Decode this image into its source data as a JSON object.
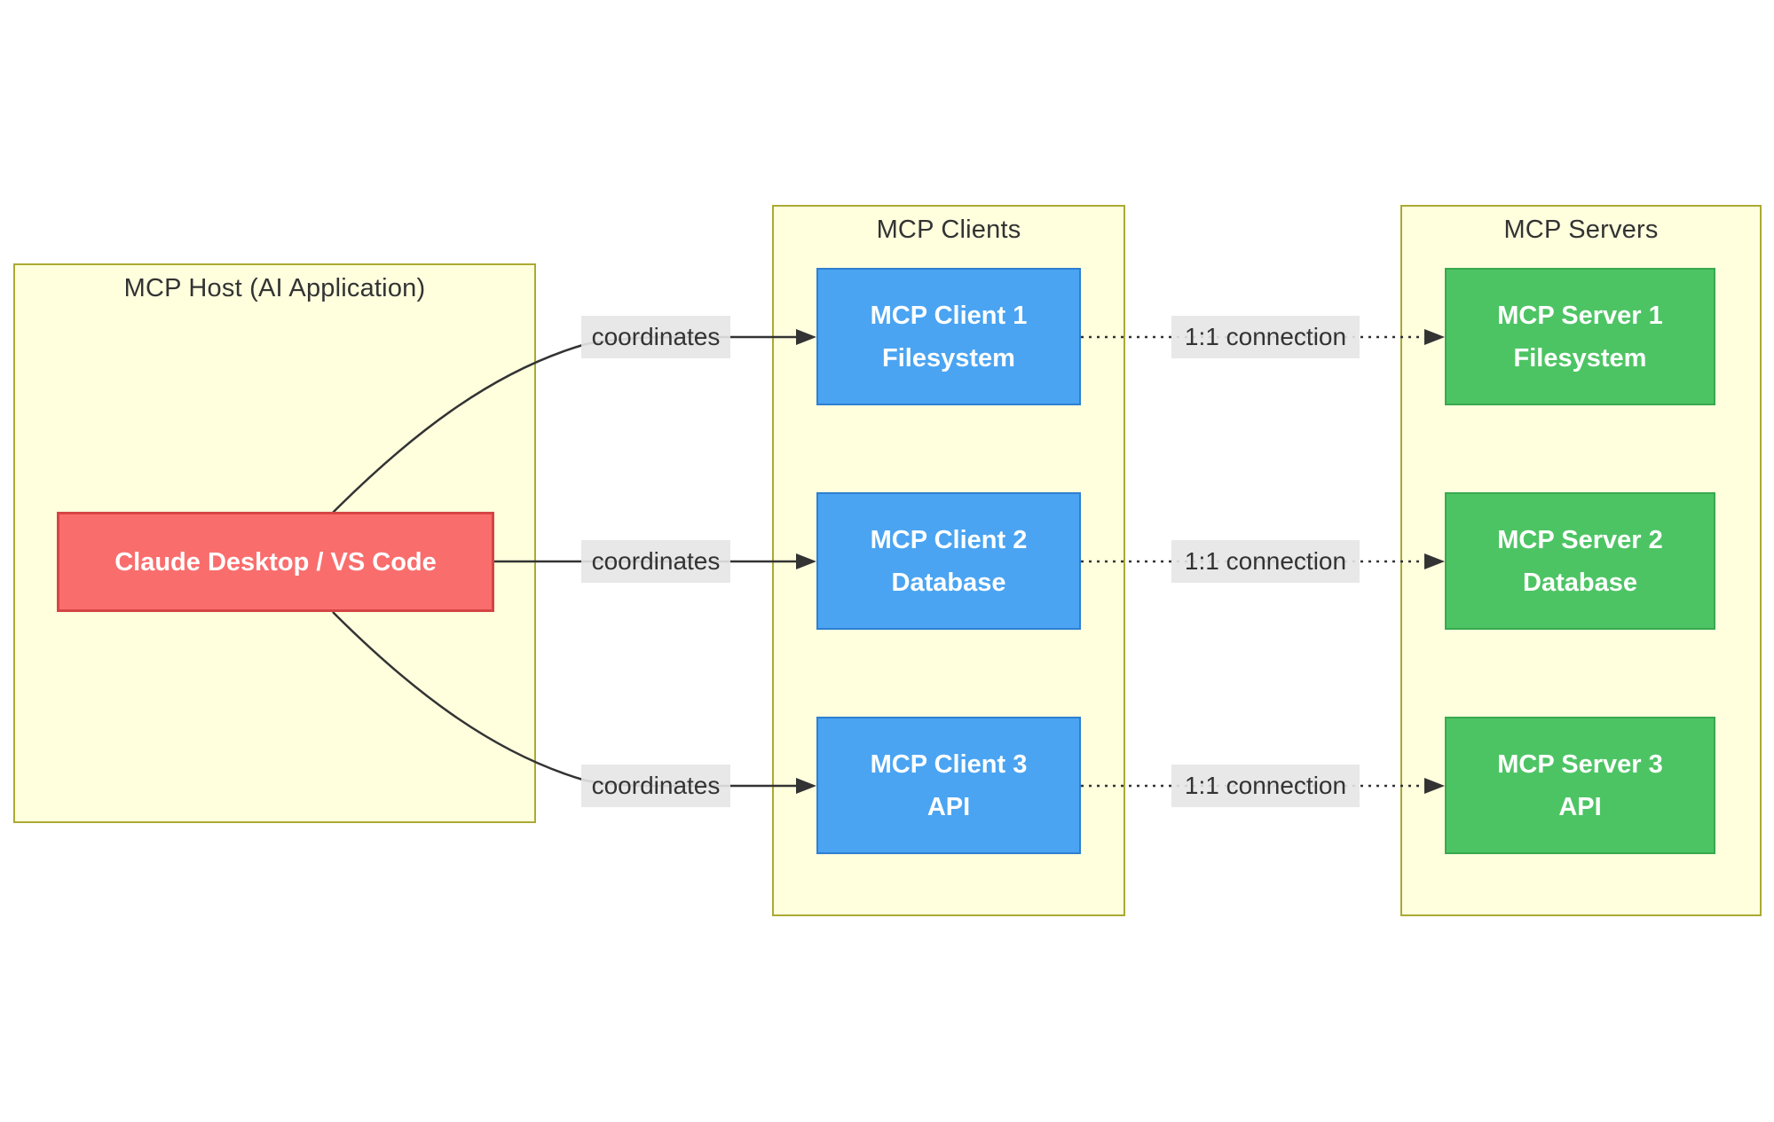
{
  "diagram": {
    "groups": {
      "host": {
        "title": "MCP Host (AI Application)"
      },
      "clients": {
        "title": "MCP Clients"
      },
      "servers": {
        "title": "MCP Servers"
      }
    },
    "nodes": {
      "host": {
        "label": "Claude Desktop / VS Code"
      },
      "clients": [
        {
          "line1": "MCP Client 1",
          "line2": "Filesystem"
        },
        {
          "line1": "MCP Client 2",
          "line2": "Database"
        },
        {
          "line1": "MCP Client 3",
          "line2": "API"
        }
      ],
      "servers": [
        {
          "line1": "MCP Server 1",
          "line2": "Filesystem"
        },
        {
          "line1": "MCP Server 2",
          "line2": "Database"
        },
        {
          "line1": "MCP Server 3",
          "line2": "API"
        }
      ]
    },
    "edges": {
      "coordinates_label": "coordinates",
      "connection_label": "1:1 connection"
    },
    "colors": {
      "group_fill": "#ffffde",
      "group_border": "#aaaa33",
      "host_node_fill": "#fa6d6d",
      "host_node_border": "#d64545",
      "client_node_fill": "#4aa4f2",
      "client_node_border": "#2e7fd1",
      "server_node_fill": "#4dc464",
      "server_node_border": "#38a94e",
      "edge_line": "#333333",
      "edge_label_bg": "#e6e6e6",
      "node_text": "#ffffff",
      "title_text": "#333333"
    }
  }
}
